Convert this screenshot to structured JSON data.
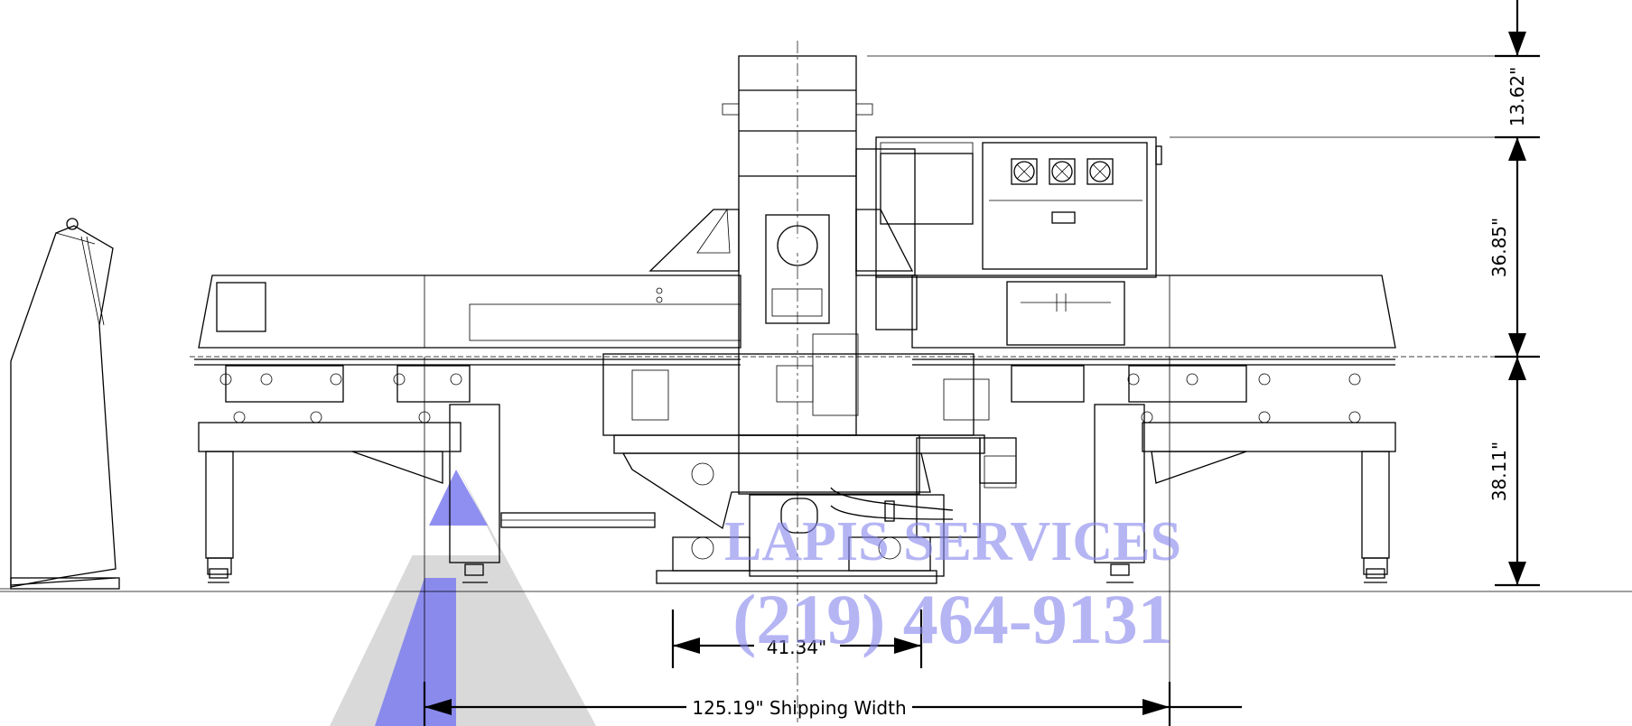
{
  "watermark": {
    "company": "LAPIS SERVICES",
    "phone": "(219) 464-9131",
    "logo": "triangle-logo",
    "colors": {
      "blue": "#7b7bf0",
      "gray": "#c8c8c8"
    }
  },
  "dimensions": {
    "height_top": "13.62\"",
    "height_middle": "36.85\"",
    "height_bottom": "38.11\"",
    "base_width": "41.34\"",
    "shipping_width": "125.19\" Shipping Width"
  }
}
